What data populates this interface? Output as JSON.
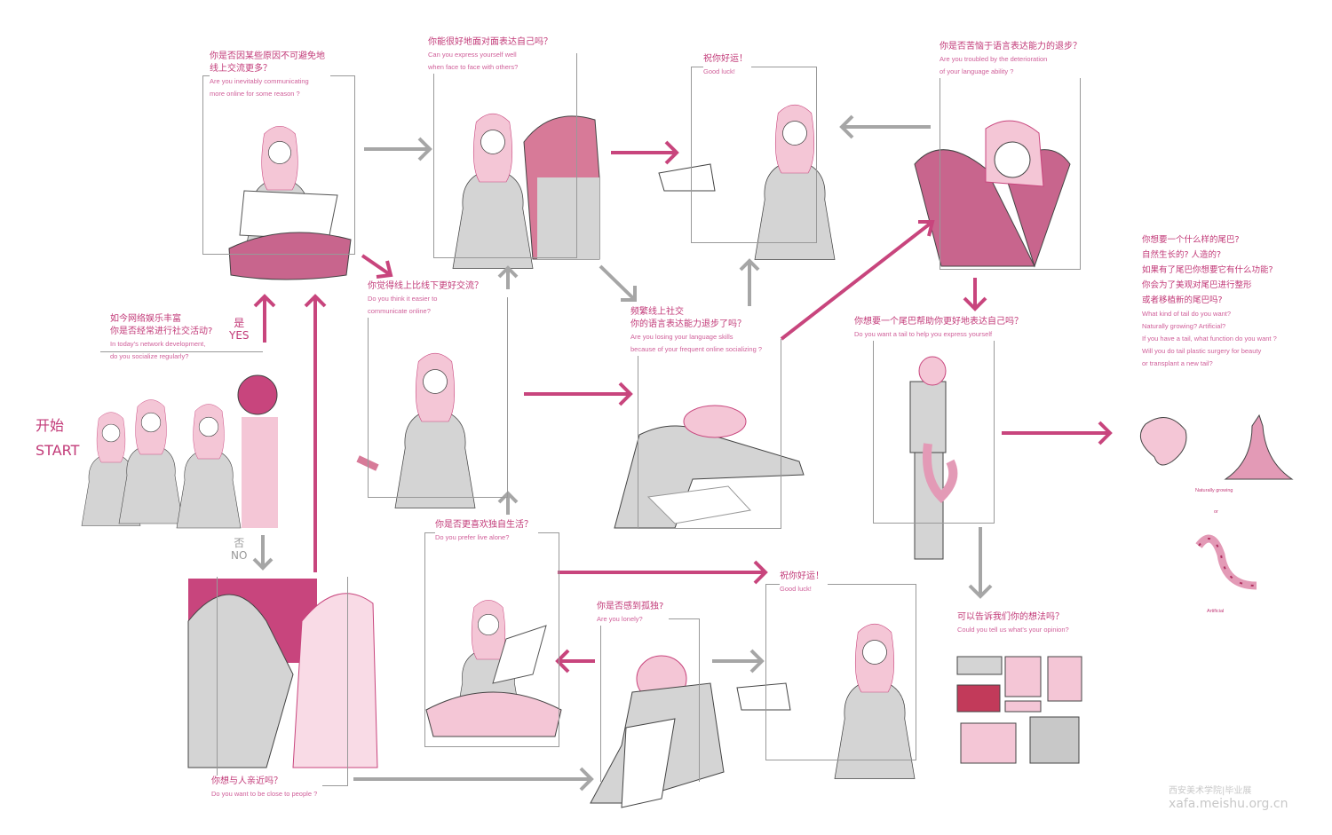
{
  "start": {
    "zh": "开始",
    "en": "START"
  },
  "branches": {
    "yes_zh": "是",
    "yes_en": "YES",
    "no_zh": "否",
    "no_en": "NO"
  },
  "nodes": {
    "social": {
      "zh1": "如今网络娱乐丰富",
      "zh2": "你是否经常进行社交活动?",
      "en1": "In today's network development,",
      "en2": "do you socialize regularly?"
    },
    "online_more": {
      "zh1": "你是否因某些原因不可避免地",
      "zh2": "线上交流更多？",
      "en1": "Are you inevitably communicating",
      "en2": "more online for some reason ?"
    },
    "face": {
      "zh1": "你能很好地面对面表达自己吗？",
      "en1": "Can you express yourself well",
      "en2": "when face to face with others?"
    },
    "luck1": {
      "zh1": "祝你好运！",
      "en1": "Good luck!"
    },
    "deteriorate": {
      "zh1": "你是否苦恼于语言表达能力的退步？",
      "en1": "Are you troubled by the deterioration",
      "en2": "of your language ability ?"
    },
    "easier": {
      "zh1": "你觉得线上比线下更好交流？",
      "en1": "Do you think it easier to",
      "en2": "communicate online?"
    },
    "losing": {
      "zh1": "频繁线上社交",
      "zh2": "你的语言表达能力退步了吗？",
      "en1": "Are you losing your language skills",
      "en2": "because of your frequent online socializing ?"
    },
    "tail_help": {
      "zh1": "你想要一个尾巴帮助你更好地表达自己吗？",
      "en1": "Do you want a tail to help you express yourself"
    },
    "alone": {
      "zh1": "你是否更喜欢独自生活？",
      "en1": "Do you prefer live alone?"
    },
    "lonely": {
      "zh1": "你是否感到孤独?",
      "en1": "Are you lonely?"
    },
    "luck2": {
      "zh1": "祝你好运！",
      "en1": "Good luck!"
    },
    "opinion": {
      "zh1": "可以告诉我们你的想法吗？",
      "en1": "Could you tell us what's your opinion?"
    },
    "close": {
      "zh1": "你想与人亲近吗？",
      "en1": "Do you want to be close to people ?"
    }
  },
  "tail_questions": {
    "zh": [
      "你想要一个什么样的尾巴?",
      "自然生长的? 人造的?",
      "如果有了尾巴你想要它有什么功能?",
      "你会为了美观对尾巴进行整形",
      "或者移植新的尾巴吗?"
    ],
    "en": [
      "What kind of tail do you want?",
      "Naturally growing? Artificial?",
      "If you have a tail, what function do you want ?",
      "Will you do tail plastic surgery for beauty",
      "or transplant a new tail?"
    ]
  },
  "tail_labels": {
    "natural": "Naturally growing",
    "or": "or",
    "artificial": "Artificial"
  },
  "watermark": {
    "brand": "西安美术学院|毕业展",
    "url": "xafa.meishu.org.cn"
  },
  "colors": {
    "pink": "#c8457d",
    "gray": "#a6a6a6",
    "skin": "#f4c6d6",
    "body": "#d4d4d4"
  }
}
